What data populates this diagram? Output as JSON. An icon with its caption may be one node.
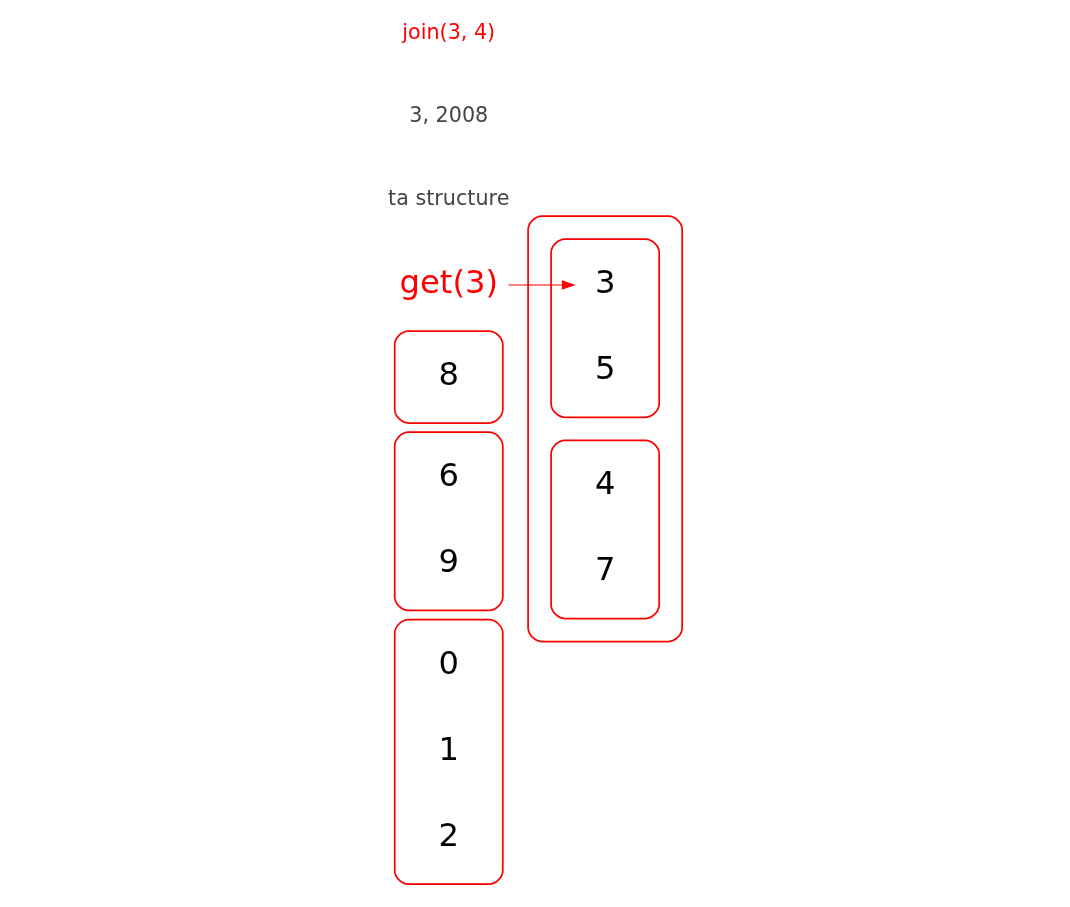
{
  "diagram": {
    "nodes": [
      {
        "text": [],
        "shape": "ellipse"
      },
      {
        "text": [
          "0"
        ],
        "in": 0
      },
      {
        "text": [
          "1"
        ],
        "in": 0
      },
      {
        "text": [
          "2"
        ],
        "in": 0
      },
      {
        "text": [],
        "shape": "ellipse"
      },
      {
        "text": [
          "6"
        ],
        "in": 4
      },
      {
        "text": [
          "9"
        ],
        "in": 4
      },
      {
        "text": [],
        "shape": "ellipse"
      },
      {
        "text": [
          "8"
        ],
        "in": 7
      },
      {
        "text": [],
        "shape": "ellipse"
      },
      {
        "text": [],
        "shape": "ellipse",
        "in": 9
      },
      {
        "text": [
          "3"
        ],
        "in": 10
      },
      {
        "text": [
          "5"
        ],
        "in": 10
      },
      {
        "text": [],
        "shape": "ellipse",
        "in": 9
      },
      {
        "text": [
          "4"
        ],
        "in": 13
      },
      {
        "text": [
          "7"
        ],
        "in": 13
      },
      {
        "text": [
          "get(3)"
        ]
      }
    ],
    "edges": [
      {
        "from": 16,
        "to": 11,
        "arrow": "to",
        "color": "#ff0000"
      }
    ],
    "labels": [
      "ta structure",
      "3, 2008",
      "join(3, 4)"
    ]
  }
}
